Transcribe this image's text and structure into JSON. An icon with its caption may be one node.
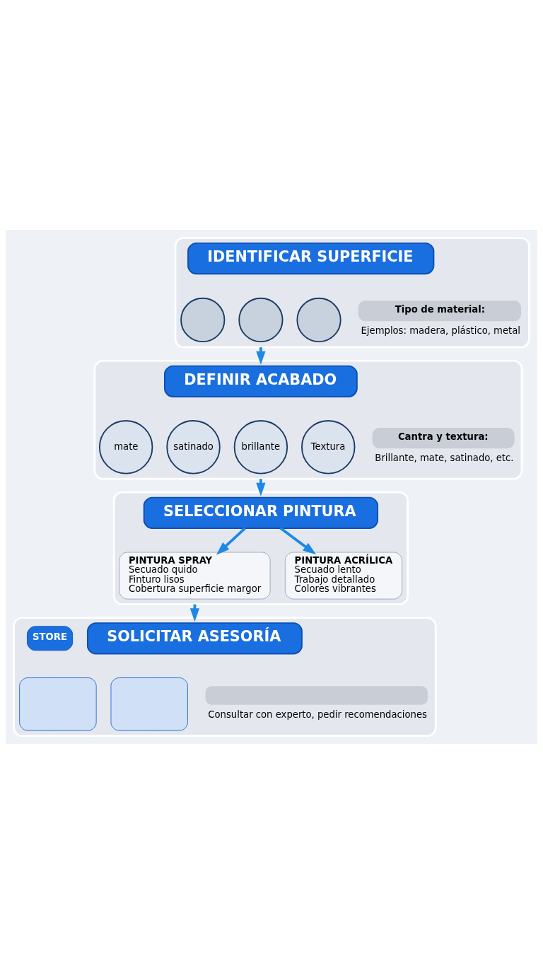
{
  "diagram": {
    "nodes": [
      {
        "text": [],
        "shape": "box"
      },
      {
        "text": [
          "IDENTIFICAR SUPERFICIE"
        ],
        "in": 0
      },
      {
        "text": [],
        "shape": "circle",
        "in": 0
      },
      {
        "text": [],
        "shape": "circle",
        "in": 0
      },
      {
        "text": [],
        "shape": "circle",
        "in": 0
      },
      {
        "text": [
          "Tipo de material:"
        ],
        "in": 0,
        "beside": [
          "Ejemplos: madera, plástico, metal"
        ]
      },
      {
        "text": [],
        "shape": "box"
      },
      {
        "text": [
          "DEFINIR ACABADO"
        ],
        "in": 6
      },
      {
        "text": [
          "mate"
        ],
        "in": 6
      },
      {
        "text": [
          "satinado"
        ],
        "in": 6
      },
      {
        "text": [
          "brillante"
        ],
        "in": 6
      },
      {
        "text": [
          "Textura"
        ],
        "in": 6
      },
      {
        "text": [
          "Cantra y textura:"
        ],
        "in": 6,
        "beside": [
          "Brillante, mate, satinado, etc."
        ]
      },
      {
        "text": [],
        "shape": "box"
      },
      {
        "text": [
          "SELECCIONAR PINTURA"
        ],
        "in": 13
      },
      {
        "text": [
          "PINTURA SPRAY",
          "Secuado quido",
          "Finturo lisos",
          "Cobertura superficie margor"
        ],
        "in": 13
      },
      {
        "text": [
          "PINTURA ACRÍLICA",
          "Secuado lento",
          "Trabajo detallado",
          "Colores vibrantes"
        ],
        "in": 13
      },
      {
        "text": [],
        "shape": "box"
      },
      {
        "text": [
          "SOLICITAR ASESORÍA"
        ],
        "in": 17
      },
      {
        "text": [],
        "shape": "box",
        "in": 17
      },
      {
        "text": [],
        "shape": "box",
        "in": 17
      },
      {
        "text": [],
        "shape": "box",
        "in": 17,
        "beside": [
          "Consultar con experto, pedir recomendaciones"
        ]
      }
    ],
    "edges": [
      {
        "from": 0,
        "to": 6,
        "arrow": "to"
      },
      {
        "from": 6,
        "to": 13,
        "arrow": "to"
      },
      {
        "from": 14,
        "to": 15,
        "arrow": "to"
      },
      {
        "from": 14,
        "to": 16,
        "arrow": "to"
      },
      {
        "from": 13,
        "to": 17,
        "arrow": "to"
      }
    ],
    "labels": [
      "STORE"
    ]
  }
}
